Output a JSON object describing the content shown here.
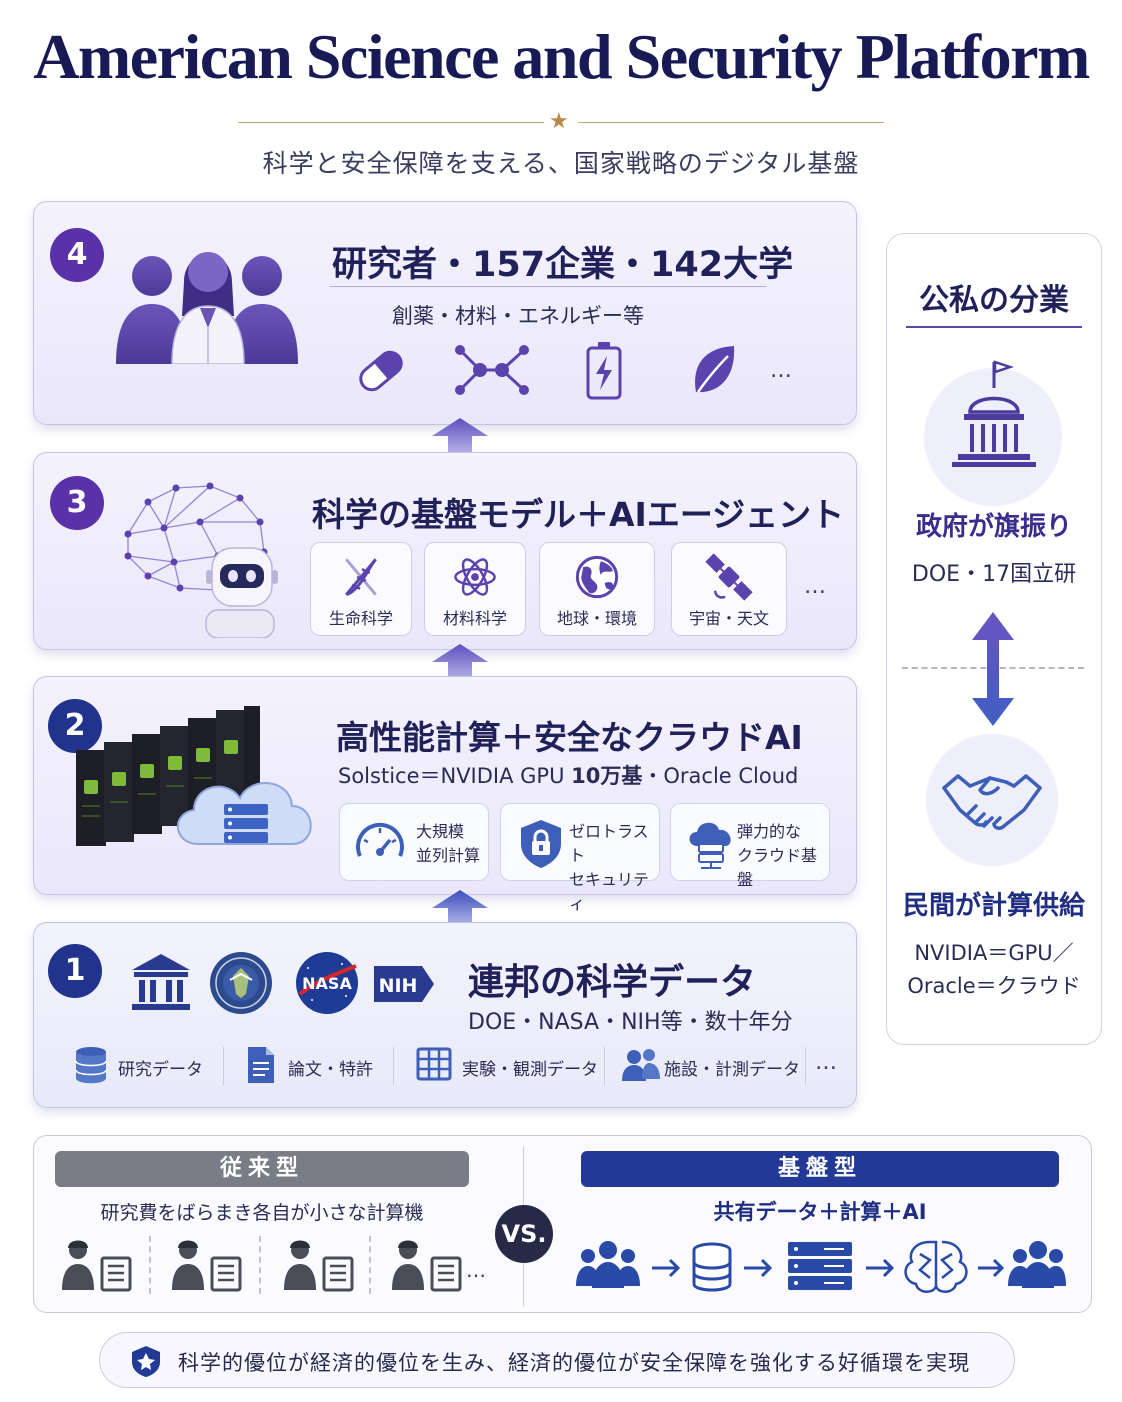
{
  "header": {
    "title": "American Science and Security Platform",
    "subtitle": "科学と安全保障を支える、国家戦略のデジタル基盤",
    "accent_color": "#b98a4a"
  },
  "layers": {
    "layer4": {
      "number": "4",
      "title": "研究者・157企業・142大学",
      "subtitle": "創薬・材料・エネルギー等",
      "icons": [
        "capsule-icon",
        "molecule-icon",
        "battery-icon",
        "leaf-icon"
      ],
      "more": "…"
    },
    "layer3": {
      "number": "3",
      "title": "科学の基盤モデル＋AIエージェント",
      "domains": [
        {
          "label": "生命科学",
          "icon": "dna-icon"
        },
        {
          "label": "材料科学",
          "icon": "atom-icon"
        },
        {
          "label": "地球・環境",
          "icon": "globe-icon"
        },
        {
          "label": "宇宙・天文",
          "icon": "satellite-icon"
        }
      ],
      "more": "…"
    },
    "layer2": {
      "number": "2",
      "title": "高性能計算＋安全なクラウドAI",
      "subtitle_prefix": "Solstice＝NVIDIA GPU ",
      "subtitle_bold": "10万基",
      "subtitle_suffix": "・Oracle Cloud",
      "features": [
        {
          "line1": "大規模",
          "line2": "並列計算",
          "icon": "gauge-icon"
        },
        {
          "line1": "ゼロトラスト",
          "line2": "セキュリティ",
          "icon": "shield-lock-icon"
        },
        {
          "line1": "弾力的な",
          "line2": "クラウド基盤",
          "icon": "cloud-server-icon"
        }
      ]
    },
    "layer1": {
      "number": "1",
      "title": "連邦の科学データ",
      "subtitle": "DOE・NASA・NIH等・数十年分",
      "logos": {
        "nasa": "NASA",
        "nih": "NIH"
      },
      "items": [
        {
          "label": "研究データ",
          "icon": "database-icon"
        },
        {
          "label": "論文・特許",
          "icon": "document-icon"
        },
        {
          "label": "実験・観測データ",
          "icon": "table-grid-icon"
        },
        {
          "label": "施設・計測データ",
          "icon": "people-icon"
        }
      ],
      "more": "…"
    }
  },
  "side_panel": {
    "title": "公私の分業",
    "gov_title": "政府が旗振り",
    "gov_sub": "DOE・17国立研",
    "private_title": "民間が計算供給",
    "private_line1": "NVIDIA＝GPU／",
    "private_line2": "Oracle＝クラウド"
  },
  "comparison": {
    "left_label": "従来型",
    "left_desc": "研究費をばらまき各自が小さな計算機",
    "left_more": "…",
    "vs": "VS.",
    "right_label": "基盤型",
    "right_desc": "共有データ＋計算＋AI"
  },
  "banner": {
    "text": "科学的優位が経済的優位を生み、経済的優位が安全保障を強化する好循環を実現"
  },
  "colors": {
    "primary_purple": "#5a31a8",
    "primary_navy": "#22338e",
    "card_border": "#c6c3ea",
    "arrow": "#6a5fc1"
  }
}
